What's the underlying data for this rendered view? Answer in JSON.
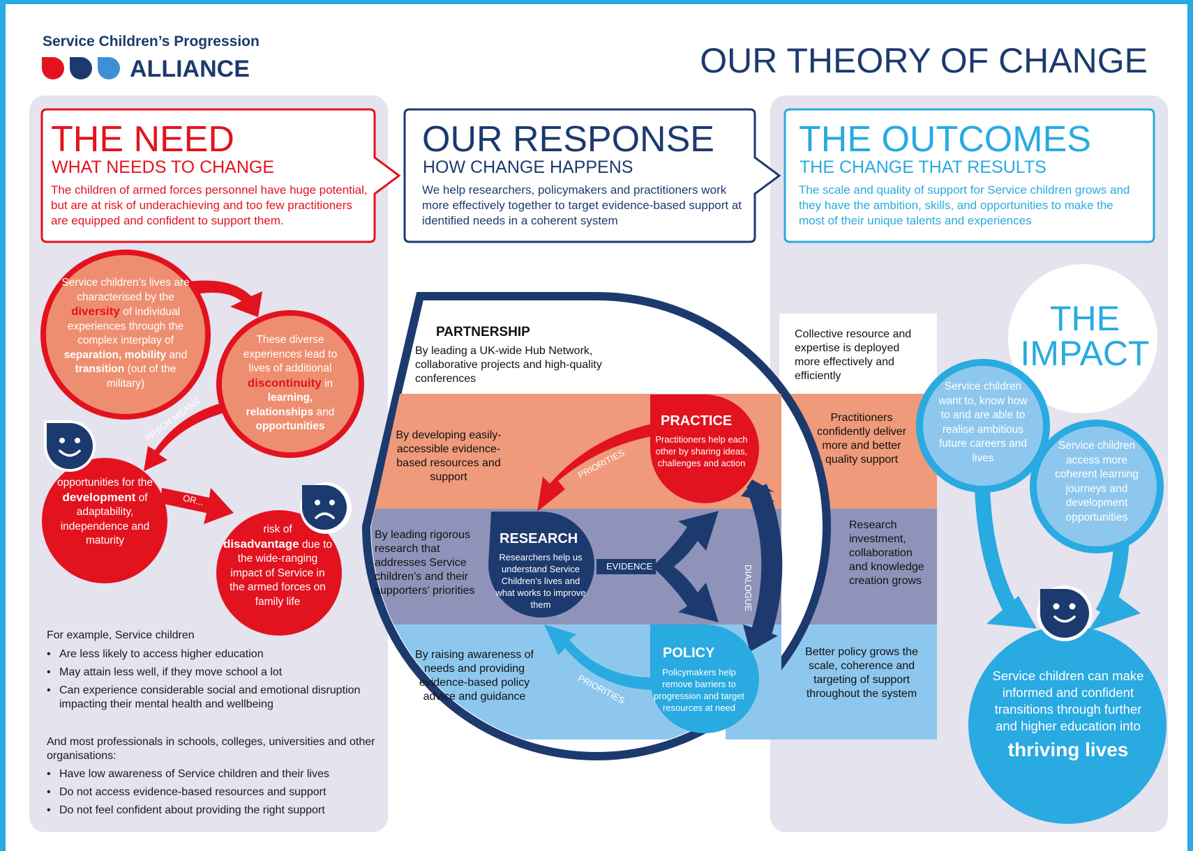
{
  "header": {
    "org_line1": "Service Children’s Progression",
    "org_line2": "ALLIANCE",
    "title": "OUR THEORY OF CHANGE"
  },
  "need": {
    "title": "THE NEED",
    "subtitle": "WHAT NEEDS TO CHANGE",
    "body": "The children of armed forces personnel have huge potential, but are at risk of underachieving and too few practitioners are equipped and confident to support them.",
    "c1_a": "Service children’s lives are characterised by the",
    "c1_b": "diversity",
    "c1_c": "of individual experiences through the complex interplay of",
    "c1_d": "separation, mobility",
    "c1_e": "and",
    "c1_f": "transition",
    "c1_g": "(out of the military)",
    "c2_a": "These diverse experiences lead to lives of additional",
    "c2_b": "discontinuity",
    "c2_c": "in",
    "c2_d": "learning, relationships",
    "c2_e": "and",
    "c2_f": "opportunities",
    "which_means": "WHICH MEANS",
    "c3_a": "opportunities for the",
    "c3_b": "development",
    "c3_c": "of adaptability, independence and maturity",
    "or": "OR...",
    "c4_a": "risk of",
    "c4_b": "disadvantage",
    "c4_c": "due to the wide-ranging impact of Service in the armed forces on family life",
    "example_intro": "For example, Service children",
    "examples": [
      "Are less likely to access higher education",
      "May attain less well, if they move school a lot",
      "Can experience considerable social and emotional disruption impacting their mental health and wellbeing"
    ],
    "prof_intro": "And most professionals in schools, colleges, universities and other organisations:",
    "profs": [
      "Have low awareness of Service children and their lives",
      "Do not access evidence-based resources and support",
      "Do not feel confident about providing the right support"
    ]
  },
  "response": {
    "title": "OUR RESPONSE",
    "subtitle": "HOW CHANGE HAPPENS",
    "body": "We help researchers, policymakers and practitioners work more effectively together to target evidence-based support at identified needs in a coherent system",
    "partnership_title": "PARTNERSHIP",
    "partnership_body": "By leading a UK-wide Hub Network, collaborative projects and high-quality conferences",
    "band1_text": "By developing easily-accessible evidence-based resources and support",
    "band2_text": "By leading rigorous research that addresses Service children’s and their supporters’ priorities",
    "band3_text": "By raising awareness of needs and providing evidence-based policy advice and guidance",
    "practice_title": "PRACTICE",
    "practice_body": "Practitioners help each other by sharing ideas, challenges and action",
    "research_title": "RESEARCH",
    "research_body": "Researchers help us understand Service Children’s lives and what works to improve them",
    "policy_title": "POLICY",
    "policy_body": "Policymakers help remove barriers to progression and target resources at need",
    "priorities_top": "PRIORITIES",
    "priorities_bottom": "PRIORITIES",
    "evidence": "EVIDENCE",
    "dialogue": "DIALOGUE"
  },
  "outcomes": {
    "title": "THE OUTCOMES",
    "subtitle": "THE CHANGE THAT RESULTS",
    "body": "The scale and quality of support for Service children grows and they have the ambition, skills, and opportunities to make the most of their unique talents and experiences",
    "o1": "Collective resource and expertise is deployed more effectively and efficiently",
    "o2": "Practitioners confidently deliver more and better quality support",
    "o3": "Research investment, collaboration and knowledge creation grows",
    "o4": "Better policy grows the scale, coherence and targeting of support throughout the system"
  },
  "impact": {
    "title_1": "THE",
    "title_2": "IMPACT",
    "i1": "Service children want to, know how to and are able to realise ambitious future careers and lives",
    "i2": "Service children access more coherent learning journeys and development opportunities",
    "final_a": "Service children can make informed and confident transitions through further and higher education into",
    "final_b": "thriving lives"
  },
  "colors": {
    "navy": "#1c3a6e",
    "red": "#e3121f",
    "salmon": "#ee8e70",
    "light_blue": "#29aae1",
    "band_salmon": "#ef9a7a",
    "band_purple": "#8f93b9",
    "band_blue": "#8ec7ee",
    "panel_grey": "#e4e3ee"
  }
}
